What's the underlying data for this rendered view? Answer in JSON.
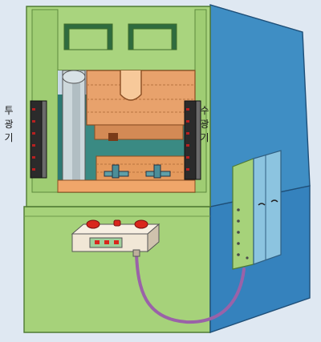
{
  "labels": {
    "left": "투광기",
    "right": "수광기"
  },
  "colors": {
    "frame_front": "#a9d47e",
    "frame_side": "#3f8ec4",
    "base_front": "#a6d27a",
    "base_side": "#3582bd",
    "ram": "#e8a26c",
    "table": "#f0a66a",
    "sensor_bar": "#2b2b2b",
    "control_box": "#f1e7d6",
    "button_red": "#d9261c",
    "cable": "#9a62a8",
    "panel": "#8cc4e0",
    "background": "#dfe8f2"
  },
  "icons": [
    "two-hand-control-box",
    "start-button",
    "light-curtain-emitter",
    "light-curtain-receiver",
    "control-panel",
    "cable"
  ]
}
